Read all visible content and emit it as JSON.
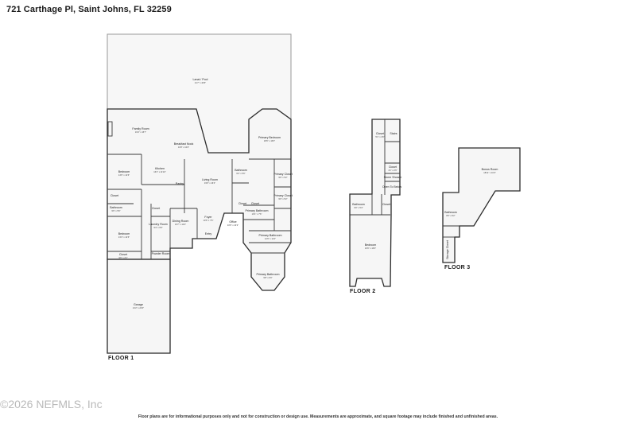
{
  "address": "721 Carthage Pl, Saint Johns, FL 32259",
  "floors": [
    {
      "label": "FLOOR 1",
      "rooms": [
        {
          "name": "Lanai / Pool",
          "dim": "41'7\" x 40'6\""
        },
        {
          "name": "Family Room",
          "dim": "19'4\" x 15'7\""
        },
        {
          "name": "Breakfast Nook",
          "dim": "11'8\" x 10'4\""
        },
        {
          "name": "Kitchen",
          "dim": "16'1\" x 11'10\""
        },
        {
          "name": "Living Room",
          "dim": "19'0\" x 16'4\""
        },
        {
          "name": "Bedroom",
          "dim": "14'6\" x 12'6\""
        },
        {
          "name": "Closet",
          "dim": ""
        },
        {
          "name": "Bathroom",
          "dim": "9'6\" x 5'6\""
        },
        {
          "name": "Bedroom",
          "dim": "13'4\" x 12'6\""
        },
        {
          "name": "Closet",
          "dim": "9'6\" x 2'1\""
        },
        {
          "name": "Pantry",
          "dim": ""
        },
        {
          "name": "Closet",
          "dim": ""
        },
        {
          "name": "Laundry Room",
          "dim": "9'4\" x 6'6\""
        },
        {
          "name": "Dining Room",
          "dim": "13'7\" x 12'2\""
        },
        {
          "name": "Foyer",
          "dim": "10'6\" x 7'6\""
        },
        {
          "name": "Entry",
          "dim": ""
        },
        {
          "name": "Powder Room",
          "dim": ""
        },
        {
          "name": "Bathroom",
          "dim": "6'2\" x 5'6\""
        },
        {
          "name": "Office",
          "dim": "10'9\" x 10'2\""
        },
        {
          "name": "Closet",
          "dim": ""
        },
        {
          "name": "Primary Bedroom",
          "dim": "18'6\" x 16'0\""
        },
        {
          "name": "Primary Closet",
          "dim": "9'0\" x 5'2\""
        },
        {
          "name": "Primary Closet",
          "dim": "9'0\" x 5'2\""
        },
        {
          "name": "Closet",
          "dim": ""
        },
        {
          "name": "Primary Bathroom",
          "dim": "10'1\" x 7'6\""
        },
        {
          "name": "Primary Bathroom",
          "dim": "12'0\" x 11'2\""
        },
        {
          "name": "Primary Bathroom",
          "dim": "9'8\" x 6'0\""
        },
        {
          "name": "Garage",
          "dim": "21'2\" x 22'0\""
        }
      ]
    },
    {
      "label": "FLOOR 2",
      "rooms": [
        {
          "name": "Closet",
          "dim": "5'1\" x 4'6\""
        },
        {
          "name": "Stairs",
          "dim": ""
        },
        {
          "name": "Closet",
          "dim": "4'1\" x 2'6\""
        },
        {
          "name": "Storm Shower",
          "dim": ""
        },
        {
          "name": "Open To Below",
          "dim": ""
        },
        {
          "name": "Bathroom",
          "dim": "9'0\" x 5'4\""
        },
        {
          "name": "Closet",
          "dim": ""
        },
        {
          "name": "Bedroom",
          "dim": "16'6\" x 16'3\""
        }
      ]
    },
    {
      "label": "FLOOR 3",
      "rooms": [
        {
          "name": "Bonus Room",
          "dim": "18'11\" x 16'4\""
        },
        {
          "name": "Bathroom",
          "dim": "8'0\" x 5'2\""
        },
        {
          "name": "Storage Closet",
          "dim": ""
        }
      ]
    }
  ],
  "watermark": "©2026 NEFMLS, Inc",
  "disclaimer": "Floor plans are for informational purposes only and not for construction or design use. Measurements are approximate, and square footage may include finished and unfinished areas."
}
